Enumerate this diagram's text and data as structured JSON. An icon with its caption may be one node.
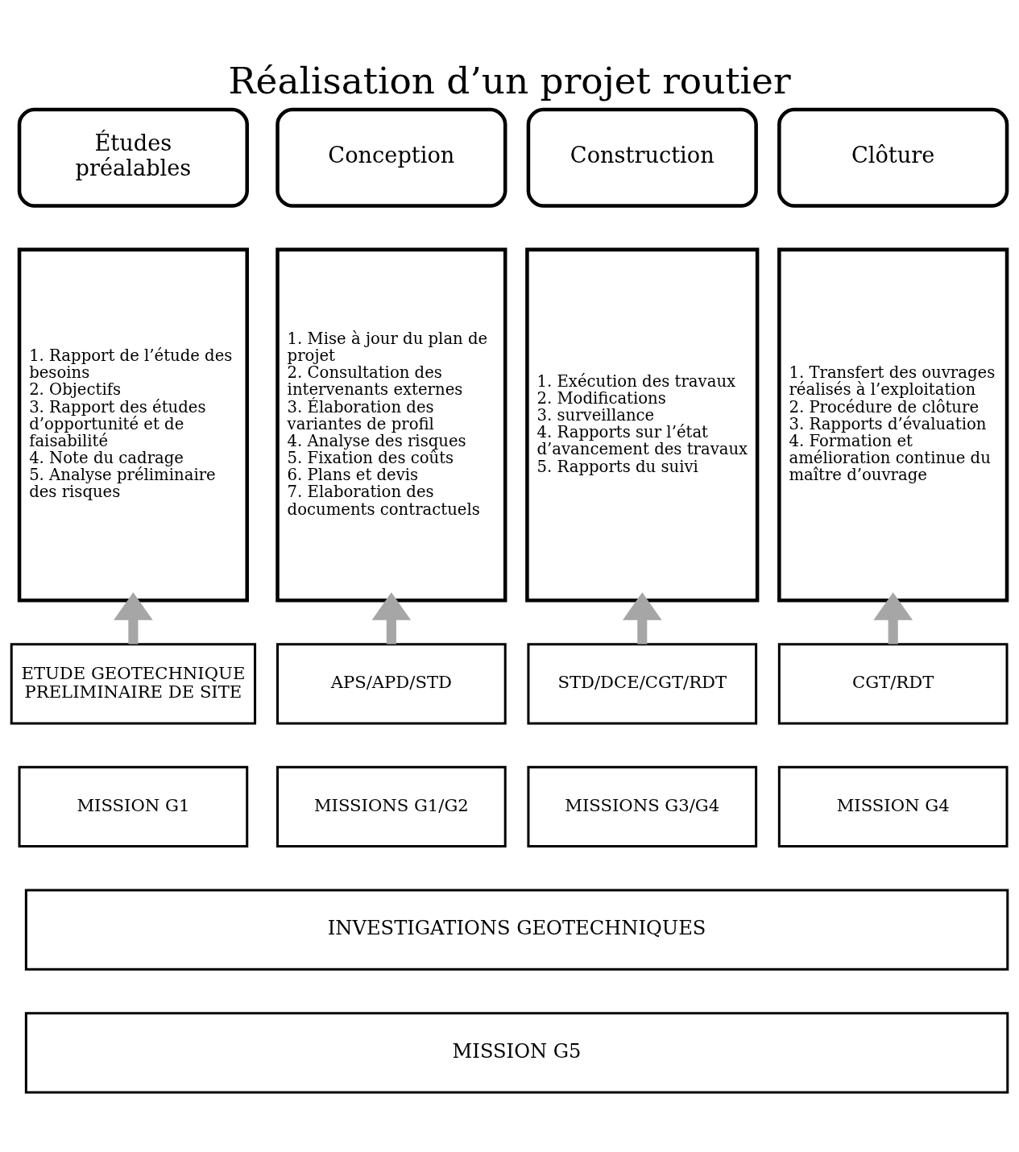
{
  "diagram": {
    "title": "Réalisation d’un projet routier",
    "nodes": [
      {
        "text": [
          "Études préalables"
        ]
      },
      {
        "text": [
          "Conception"
        ]
      },
      {
        "text": [
          "Construction"
        ]
      },
      {
        "text": [
          "Clôture"
        ]
      },
      {
        "text": [
          "1. Rapport de l’étude des besoins",
          "2. Objectifs",
          "3. Rapport des études d’opportunité et de faisabilité",
          "4. Note du cadrage",
          "5. Analyse préliminaire des risques"
        ]
      },
      {
        "text": [
          "1. Mise à jour du plan de projet",
          "2. Consultation des intervenants externes",
          "3. Élaboration des variantes de profil",
          "4. Analyse des risques",
          "5. Fixation des coûts",
          "6. Plans et devis",
          "7. Elaboration des documents contractuels"
        ]
      },
      {
        "text": [
          "1. Exécution des travaux",
          "2. Modifications",
          "3. surveillance",
          "4. Rapports sur l’état d’avancement des travaux",
          "5. Rapports du suivi"
        ]
      },
      {
        "text": [
          "1. Transfert des ouvrages réalisés à l’exploitation",
          "2. Procédure de clôture",
          "3. Rapports d’évaluation",
          "4. Formation et amélioration continue du maître d’ouvrage"
        ]
      },
      {
        "text": [
          "ETUDE GEOTECHNIQUE PRELIMINAIRE DE SITE"
        ]
      },
      {
        "text": [
          "APS/APD/STD"
        ]
      },
      {
        "text": [
          "STD/DCE/CGT/RDT"
        ]
      },
      {
        "text": [
          "CGT/RDT"
        ]
      },
      {
        "text": [
          "MISSION G1"
        ]
      },
      {
        "text": [
          "MISSIONS G1/G2"
        ]
      },
      {
        "text": [
          "MISSIONS G3/G4"
        ]
      },
      {
        "text": [
          "MISSION G4"
        ]
      },
      {
        "text": [
          "INVESTIGATIONS GEOTECHNIQUES"
        ]
      },
      {
        "text": [
          "MISSION G5"
        ]
      }
    ],
    "edges": [
      {
        "from": 8,
        "to": 4,
        "arrow": "to"
      },
      {
        "from": 9,
        "to": 5,
        "arrow": "to"
      },
      {
        "from": 10,
        "to": 6,
        "arrow": "to"
      },
      {
        "from": 11,
        "to": 7,
        "arrow": "to"
      }
    ]
  }
}
